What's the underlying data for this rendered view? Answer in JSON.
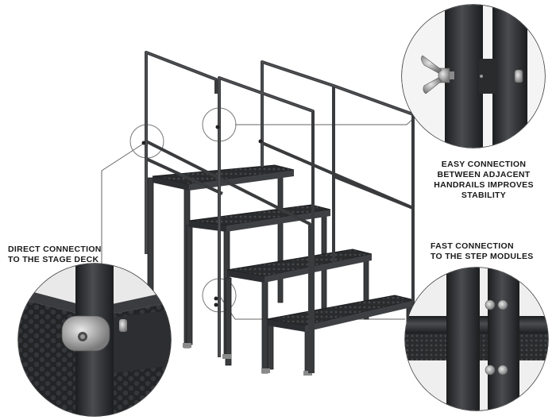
{
  "annotations": {
    "direct_connection": "DIRECT CONNECTION\nTO THE STAGE DECK",
    "easy_connection": "EASY CONNECTION\nBETWEEN ADJACENT\nHANDRAILS IMPROVES\nSTABILITY",
    "fast_connection": "FAST CONNECTION\nTO THE STEP MODULES"
  },
  "colors": {
    "frame": "#3a3b3d",
    "frame_dark": "#1f2022",
    "tread": "#2b2c2e",
    "callout_line": "#555555",
    "background": "#ffffff"
  }
}
